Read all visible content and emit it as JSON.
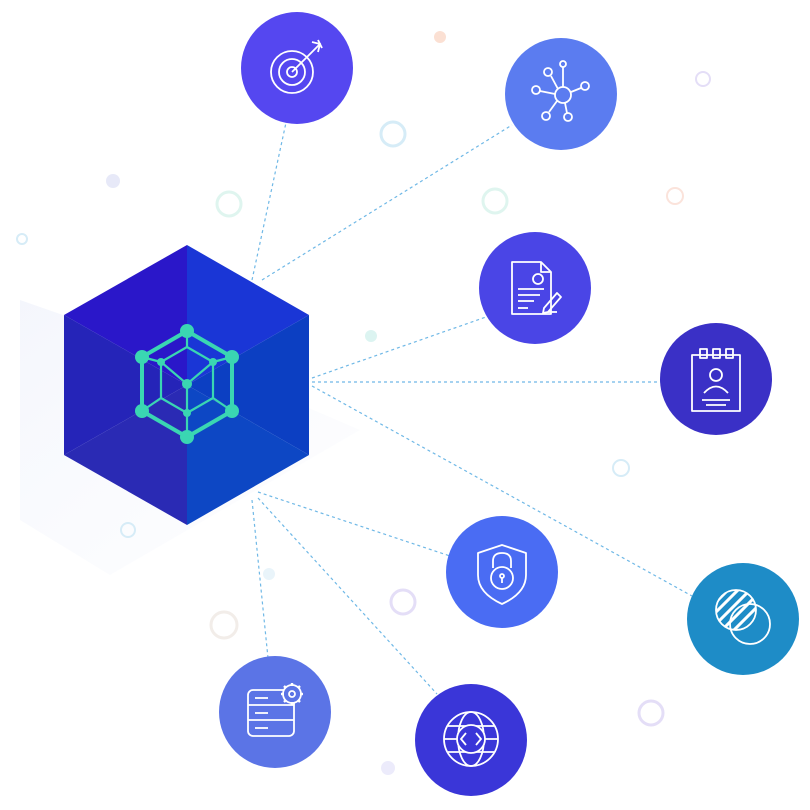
{
  "diagram": {
    "hub": {
      "icon": "network-cube-icon",
      "colors": {
        "top_left": "#2a17c9",
        "top_right": "#1a36d6",
        "left": "#2524b8",
        "right": "#0c3fc2",
        "bottom_left": "#2a2ab4",
        "bottom_right": "#0d47c4",
        "glyph": "#3ad6b2"
      }
    },
    "nodes": [
      {
        "id": "target",
        "icon": "target-icon",
        "color": "#5547f0"
      },
      {
        "id": "network",
        "icon": "network-hub-icon",
        "color": "#5b7cf0"
      },
      {
        "id": "invoice",
        "icon": "invoice-signature-icon",
        "color": "#4a45e6"
      },
      {
        "id": "profile",
        "icon": "profile-notepad-icon",
        "color": "#3a30c6"
      },
      {
        "id": "security",
        "icon": "shield-lock-icon",
        "color": "#4a6cf3"
      },
      {
        "id": "blend",
        "icon": "overlap-circles-icon",
        "color": "#1e8cc7"
      },
      {
        "id": "database",
        "icon": "database-settings-icon",
        "color": "#5b74e6"
      },
      {
        "id": "globe",
        "icon": "globe-code-icon",
        "color": "#3a36d8"
      }
    ],
    "connector_color": "#6fb8e6"
  }
}
